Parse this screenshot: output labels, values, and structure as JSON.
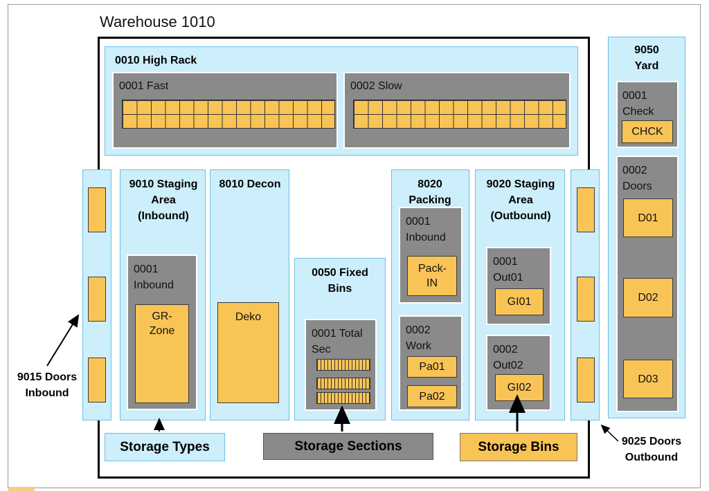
{
  "title": "Warehouse 1010",
  "high_rack": {
    "title": "0010 High Rack",
    "fast_label": "0001 Fast",
    "slow_label": "0002 Slow"
  },
  "yard": {
    "title": "9050 Yard",
    "check_label": "0001 Check",
    "check_bin": "CHCK",
    "doors_label": "0002 Doors",
    "bins": [
      "D01",
      "D02",
      "D03"
    ]
  },
  "staging_in": {
    "title": "9010 Staging Area (Inbound)",
    "sect_label": "0001 Inbound",
    "bin": "GR-Zone"
  },
  "decon": {
    "title": "8010 Decon",
    "bin": "Deko"
  },
  "fixed_bins": {
    "title": "0050 Fixed Bins",
    "sect_label": "0001 Total Sec"
  },
  "packing": {
    "title": "8020 Packing",
    "inbound_label": "0001 Inbound",
    "inbound_bin": "Pack-IN",
    "work_label": "0002 Work",
    "work_bins": [
      "Pa01",
      "Pa02"
    ]
  },
  "staging_out": {
    "title": "9020 Staging Area (Outbound)",
    "out01_label": "0001 Out01",
    "out01_bin": "GI01",
    "out02_label": "0002 Out02",
    "out02_bin": "GI02"
  },
  "doors_inbound": "9015 Doors Inbound",
  "doors_outbound": "9025 Doors Outbound",
  "legend": {
    "types": "Storage Types",
    "sections": "Storage Sections",
    "bins": "Storage Bins"
  },
  "colors": {
    "storage_type": "#cdeefb",
    "storage_section": "#8a8a8a",
    "storage_bin": "#f9c456"
  }
}
